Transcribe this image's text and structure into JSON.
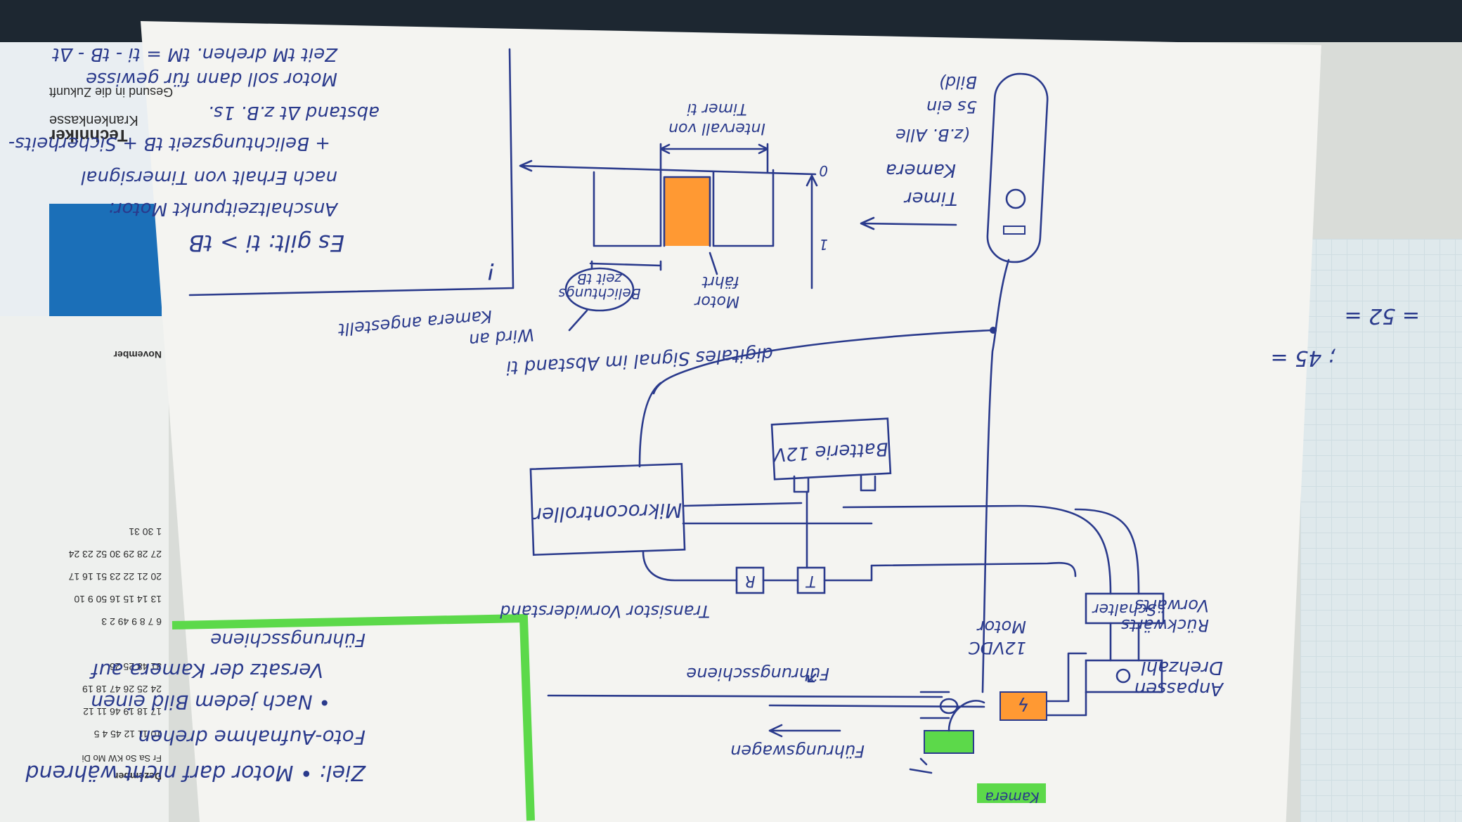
{
  "colors": {
    "ink": "#2a3a8c",
    "green": "#5cd94a",
    "orange": "#ff9933",
    "paper": "#f4f4f1"
  },
  "labels": {
    "kamera": "Kamera",
    "fuehrungswagen": "Führungswagen",
    "fuehrungsschiene": "Führungsschiene",
    "drehzahl_1": "Drehzahl",
    "drehzahl_2": "Anpassen",
    "vorwaerts": "Vorwärts",
    "rueckwaerts": "Rückwärts",
    "schalter": "Schalter",
    "motor_volt": "12VDC",
    "motor_name": "Motor",
    "transistor_row": "Transistor Vorwiderstand",
    "t_symbol": "T",
    "r_symbol": "R",
    "mikrocontroller": "Mikrocontroller",
    "batterie": "Batterie 12V",
    "signal": "digitales Signal im Abstand ti",
    "wird_an_1": "Wird an",
    "wird_an_2": "Kamera angestellt",
    "timer_1": "Timer",
    "timer_2": "Kamera",
    "timer_3": "(z.B. Alle",
    "timer_4": "5s ein",
    "timer_5": "Bild)",
    "motor_faehrt_1": "Motor",
    "motor_faehrt_2": "fährt",
    "belichtung_1": "Belichtungs",
    "belichtung_2": "zeit tB",
    "intervall_1": "Intervall von",
    "intervall_2": "Timer ti",
    "axis_1": "1",
    "axis_0": "0",
    "es_gilt": "Es gilt:  ti > tB",
    "expl_1": "!",
    "expl_2": "Anschaltzeitpunkt Motor:",
    "expl_3": "nach Erhalt von Timersignal",
    "expl_4": "+ Belichtungszeit tB + Sicherheits-",
    "expl_5": "abstand  Δt z.B. 1s.",
    "expl_6": "Motor soll dann für gewisse",
    "expl_7": "Zeit tM drehen.  tM = ti - tB - Δt",
    "ziel_1": "Ziel: • Motor darf nicht während",
    "ziel_2": "Foto-Aufnahme drehen",
    "ziel_3": "• Nach jedem Bild einen",
    "ziel_4": "Versatz der Kamera auf",
    "ziel_5": "Führungsschiene",
    "motor_icon": "lightning-icon"
  },
  "background_text": {
    "flyer_1": "Techniker",
    "flyer_2": "Krankenkasse",
    "flyer_3": "Gesund in die Zukunft",
    "cal_title_1": "Dezember",
    "cal_title_2": "November",
    "cal_head": "Fr Sa So  KW  Mo Di",
    "cal_row_1": "10 11 12   45   4  5",
    "cal_row_2": "17 18 19   46  11 12",
    "cal_row_3": "24 25 26   47  18 19",
    "cal_row_4": "31   48  25 26",
    "cal_row_5": "6  7  8  9   49   2  3",
    "cal_row_6": "13 14 15 16   50   9 10",
    "cal_row_7": "20 21 22 23   51  16 17",
    "cal_row_8": "27 28 29 30   52  23 24",
    "cal_row_9": "1 30 31",
    "mat_1": "= 52 =",
    "mat_2": "; 45 ="
  }
}
